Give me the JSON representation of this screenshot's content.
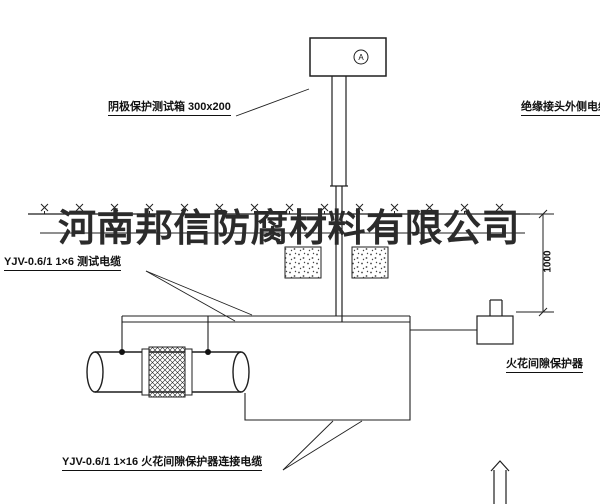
{
  "page": {
    "background": "#ffffff",
    "line_color": "#1f1f1f"
  },
  "watermark": {
    "text": "河南邦信防腐材料有限公司"
  },
  "diagram": {
    "test_box_label": "阴极保护测试箱 300x200",
    "insulated_joint_cable_label": "绝缘接头外侧电缆",
    "test_cable_label": "YJV-0.6/1 1×6  测试电缆",
    "spark_gap_protector_label": "火花间隙保护器",
    "spark_gap_cable_label": "YJV-0.6/1 1×16  火花间隙保护器连接电缆",
    "burial_depth_dimension": "1000",
    "meter_symbol": "A"
  }
}
